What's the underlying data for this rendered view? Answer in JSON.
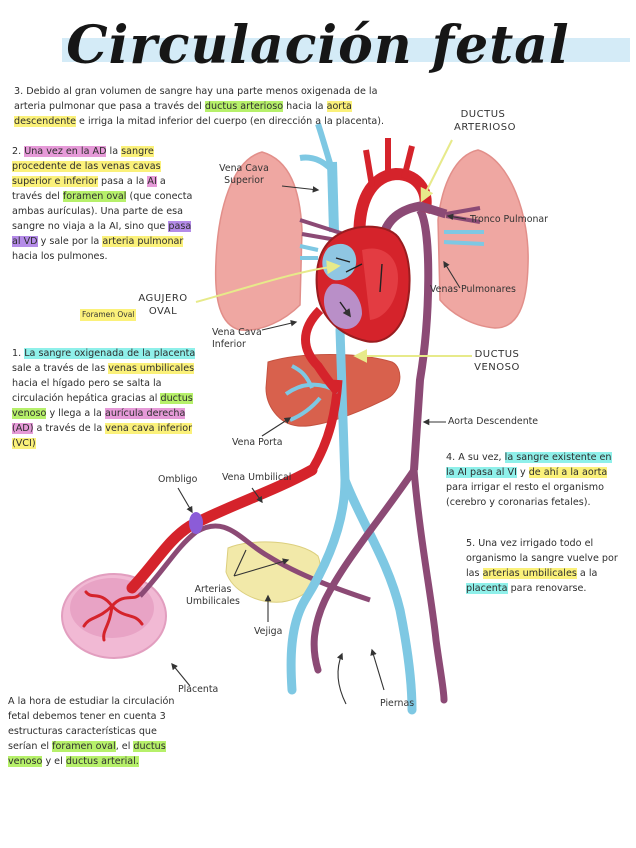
{
  "title": "Circulación fetal",
  "paragraphs": {
    "p3": {
      "a": "3. Debido al gran volumen de sangre hay una parte menos oxigenada de la arteria pulmonar que pasa a través del ",
      "b": "ductus arterioso",
      "c": " hacia la ",
      "d": "aorta descendente",
      "e": " e irriga la mitad inferior del cuerpo (en dirección a la placenta)."
    },
    "p2": {
      "a": "2. ",
      "b": "Una vez en la AD",
      "c": " la ",
      "d": "sangre procedente de las venas cavas superior e inferior",
      "e": " pasa a la ",
      "f": "AI",
      "g": " a través del ",
      "h": "foramen oval",
      "i": " (que conecta ambas aurículas). Una parte de esa sangre no viaja a la AI, sino que ",
      "j": "pasa al VD",
      "k": " y sale por la ",
      "l": "arteria pulmonar",
      "m": " hacia los pulmones."
    },
    "p1": {
      "a": "1. ",
      "b": "La sangre oxigenada de la placenta",
      "c": " sale a través de las ",
      "d": "venas umbilicales",
      "e": " hacia el hígado pero se salta la circulación hepática gracias al ",
      "f": "ductus venoso",
      "g": " y llega a la ",
      "h": "aurícula derecha (AD)",
      "i": " a través de la ",
      "j": "vena cava inferior (VCI)"
    },
    "p4": {
      "a": "4. A su vez, ",
      "b": "la sangre existente en la AI pasa al VI",
      "c": " y ",
      "d": "de ahí a la aorta",
      "e": " para irrigar el resto el organismo (cerebro y coronarias fetales)."
    },
    "p5": {
      "a": "5. Una vez irrigado todo el organismo la sangre vuelve por las ",
      "b": "arterias umbilicales",
      "c": " a la ",
      "d": "placenta",
      "e": " para renovarse."
    },
    "p6": {
      "a": "A la hora de estudiar la circulación fetal debemos tener en cuenta 3 estructuras características que serían el ",
      "b": "foramen oval",
      "c": ", el ",
      "d": "ductus venoso",
      "e": " y el ",
      "f": "ductus arterial."
    }
  },
  "labels": {
    "ductus_arterioso": "DUCTUS ARTERIOSO",
    "vena_cava_superior": "Vena Cava Superior",
    "tronco_pulmonar": "Tronco Pulmonar",
    "venas_pulmonares": "Venas Pulmonares",
    "agujero_oval": "AGUJERO OVAL",
    "foramen_oval": "Foramen Oval",
    "vena_cava_inferior": "Vena Cava Inferior",
    "ductus_venoso": "DUCTUS VENOSO",
    "aorta_descendente": "Aorta Descendente",
    "vena_porta": "Vena Porta",
    "ombligo": "Ombligo",
    "vena_umbilical": "Vena Umbilical",
    "arterias_umbilicales": "Arterias Umbilicales",
    "vejiga": "Vejiga",
    "placenta": "Placenta",
    "piernas": "Piernas"
  },
  "colors": {
    "artery_red": "#d5232b",
    "vein_blue": "#7ec8e3",
    "mixed_purple": "#8c4a75",
    "lung_pink": "#efa7a2",
    "liver": "#d8614d",
    "highlight_green": "#b6f06a",
    "highlight_yellow": "#fbf17a",
    "highlight_pink": "#e69ad8",
    "highlight_cyan": "#8ff0ea",
    "highlight_purple": "#b48be8"
  }
}
